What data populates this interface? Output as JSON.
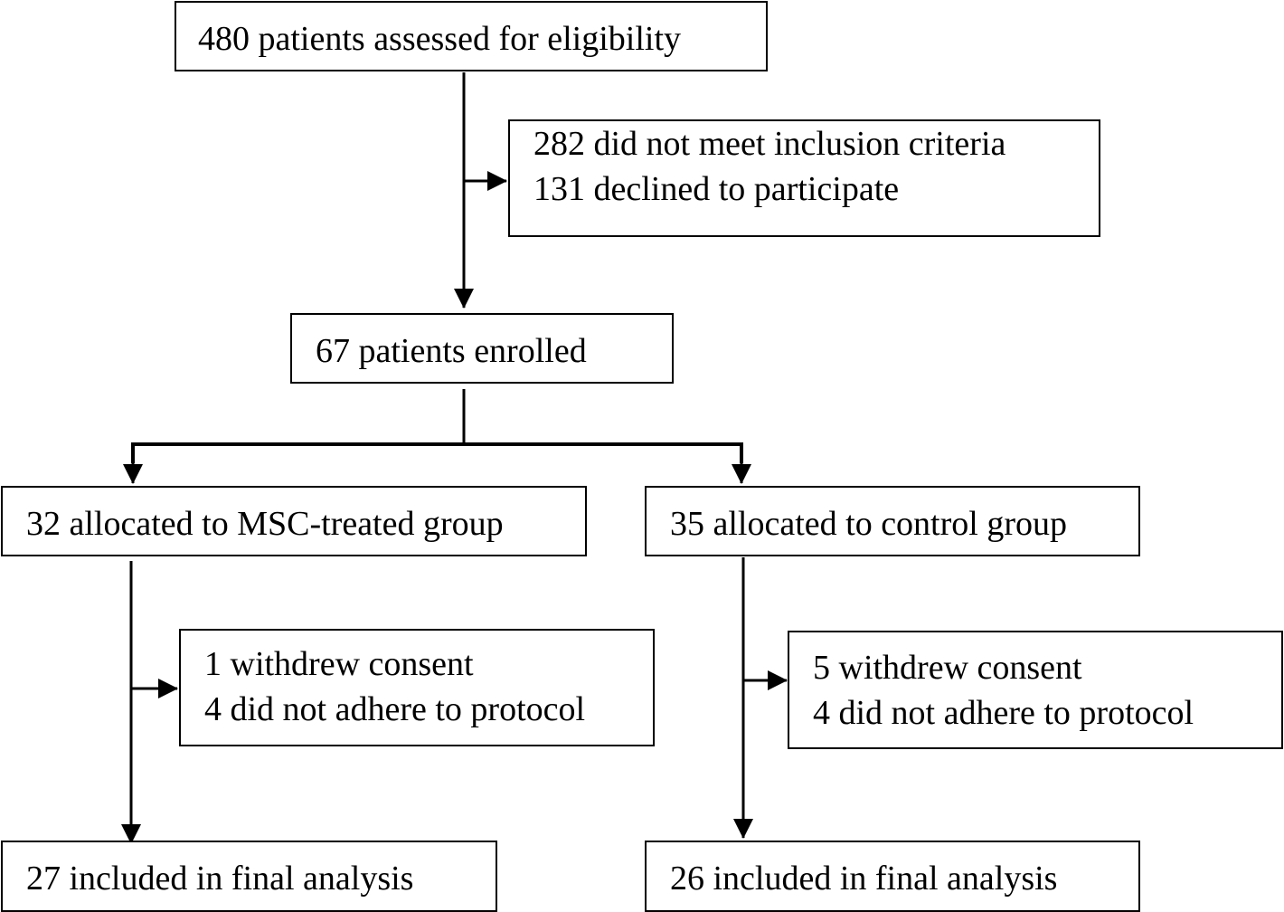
{
  "nodes": {
    "assessed": {
      "lines": [
        "480 patients assessed for eligibility"
      ]
    },
    "excluded": {
      "lines": [
        "282 did not meet inclusion criteria",
        "131 declined to participate"
      ]
    },
    "enrolled": {
      "lines": [
        "67 patients enrolled"
      ]
    },
    "msc_group": {
      "lines": [
        "32 allocated to MSC-treated group"
      ]
    },
    "control_group": {
      "lines": [
        "35 allocated to control group"
      ]
    },
    "msc_lost": {
      "lines": [
        "1 withdrew consent",
        "4 did not adhere to protocol"
      ]
    },
    "control_lost": {
      "lines": [
        "5 withdrew consent",
        "4 did not adhere to protocol"
      ]
    },
    "msc_analysis": {
      "lines": [
        "27 included in final analysis"
      ]
    },
    "control_analysis": {
      "lines": [
        "26 included in final analysis"
      ]
    }
  },
  "colors": {
    "stroke": "#000000",
    "background": "#ffffff"
  }
}
